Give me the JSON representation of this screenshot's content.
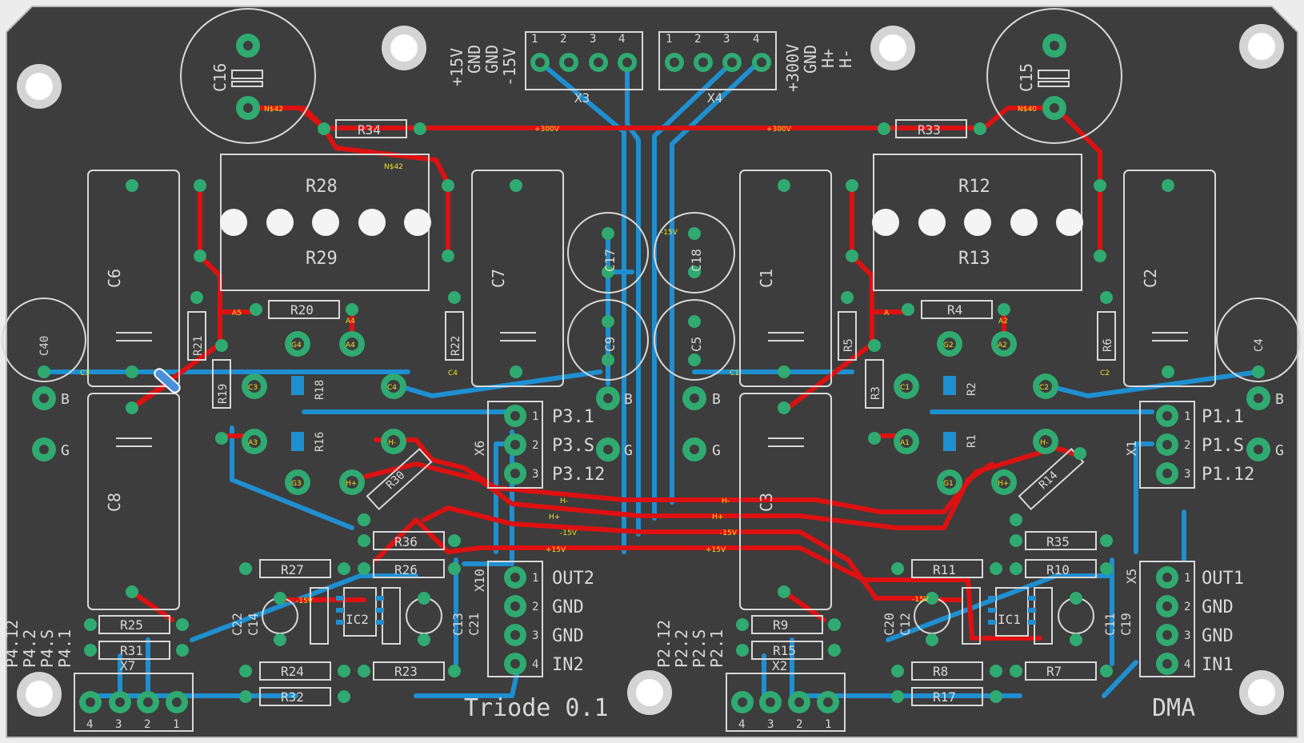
{
  "colors": {
    "board": "#3d3d3d",
    "silkscreen": "#d8d8d8",
    "top_copper": "#dd1111",
    "bottom_copper": "#1e8fd0",
    "pad": "#2faa70",
    "net_label": "#f0e020"
  },
  "board_text": {
    "title": "Triode 0.1",
    "author": "DMA"
  },
  "connectors": {
    "x3": {
      "designator": "X3",
      "pins": [
        "1",
        "2",
        "3",
        "4"
      ],
      "labels": [
        "+15V",
        "GND",
        "GND",
        "-15V"
      ]
    },
    "x4": {
      "designator": "X4",
      "pins": [
        "1",
        "2",
        "3",
        "4"
      ],
      "labels": [
        "+300V",
        "GND",
        "H+",
        "H-"
      ]
    },
    "x6": {
      "designator": "X6",
      "pins": [
        "1",
        "2",
        "3"
      ],
      "labels": [
        "P3.1",
        "P3.S",
        "P3.12"
      ]
    },
    "x1": {
      "designator": "X1",
      "pins": [
        "1",
        "2",
        "3"
      ],
      "labels": [
        "P1.1",
        "P1.S",
        "P1.12"
      ]
    },
    "x10": {
      "designator": "X10",
      "pins": [
        "1",
        "2",
        "3",
        "4"
      ],
      "labels": [
        "OUT2",
        "GND",
        "GND",
        "IN2"
      ]
    },
    "x5": {
      "designator": "X5",
      "pins": [
        "1",
        "2",
        "3",
        "4"
      ],
      "labels": [
        "OUT1",
        "GND",
        "GND",
        "IN1"
      ]
    },
    "x7": {
      "designator": "X7",
      "pins": [
        "4",
        "3",
        "2",
        "1"
      ],
      "labels": [
        "P4.12",
        "P4.2",
        "P4.S",
        "P4.1"
      ]
    },
    "x2": {
      "designator": "X2",
      "pins": [
        "4",
        "3",
        "2",
        "1"
      ],
      "labels": [
        "P2.12",
        "P2.2",
        "P2.S",
        "P2.1"
      ]
    }
  },
  "capacitors": {
    "c16": "C16",
    "c15": "C15",
    "c40": "C40",
    "c4": "C4",
    "c6": "C6",
    "c7": "C7",
    "c1": "C1",
    "c2": "C2",
    "c8": "C8",
    "c3": "C3",
    "c17": "C17",
    "c18": "C18",
    "c9": "C9",
    "c5": "C5",
    "c22": "C22",
    "c14": "C14",
    "c13": "C13",
    "c21": "C21",
    "c20": "C20",
    "c12": "C12",
    "c11": "C11",
    "c19": "C19"
  },
  "resistors": {
    "r34": "R34",
    "r33": "R33",
    "r28": "R28",
    "r29": "R29",
    "r12": "R12",
    "r13": "R13",
    "r20": "R20",
    "r4": "R4",
    "r21": "R21",
    "r19": "R19",
    "r22": "R22",
    "r5": "R5",
    "r3": "R3",
    "r6": "R6",
    "r18": "R18",
    "r16": "R16",
    "r2": "R2",
    "r1": "R1",
    "r30": "R30",
    "r14": "R14",
    "r36": "R36",
    "r35": "R35",
    "r27": "R27",
    "r26": "R26",
    "r11": "R11",
    "r10": "R10",
    "r25": "R25",
    "r31": "R31",
    "r9": "R9",
    "r15": "R15",
    "r24": "R24",
    "r23": "R23",
    "r8": "R8",
    "r7": "R7",
    "r32": "R32",
    "r17": "R17"
  },
  "ics": {
    "ic1": "IC1",
    "ic2": "IC2"
  },
  "pad_labels": {
    "b": "B",
    "g": "G"
  },
  "tube_pins": {
    "left": [
      "G4",
      "A4",
      "C3",
      "A3",
      "G3",
      "H-",
      "H+",
      "C4"
    ],
    "right": [
      "G2",
      "A2",
      "C1",
      "A1",
      "G1",
      "H-",
      "H+",
      "C2"
    ]
  },
  "net_labels": [
    "N$42",
    "N$40",
    "+300V",
    "+15V",
    "-15V",
    "H+",
    "H-",
    "A5",
    "A",
    "C3",
    "C4",
    "C1",
    "C2",
    "A4",
    "A2"
  ]
}
